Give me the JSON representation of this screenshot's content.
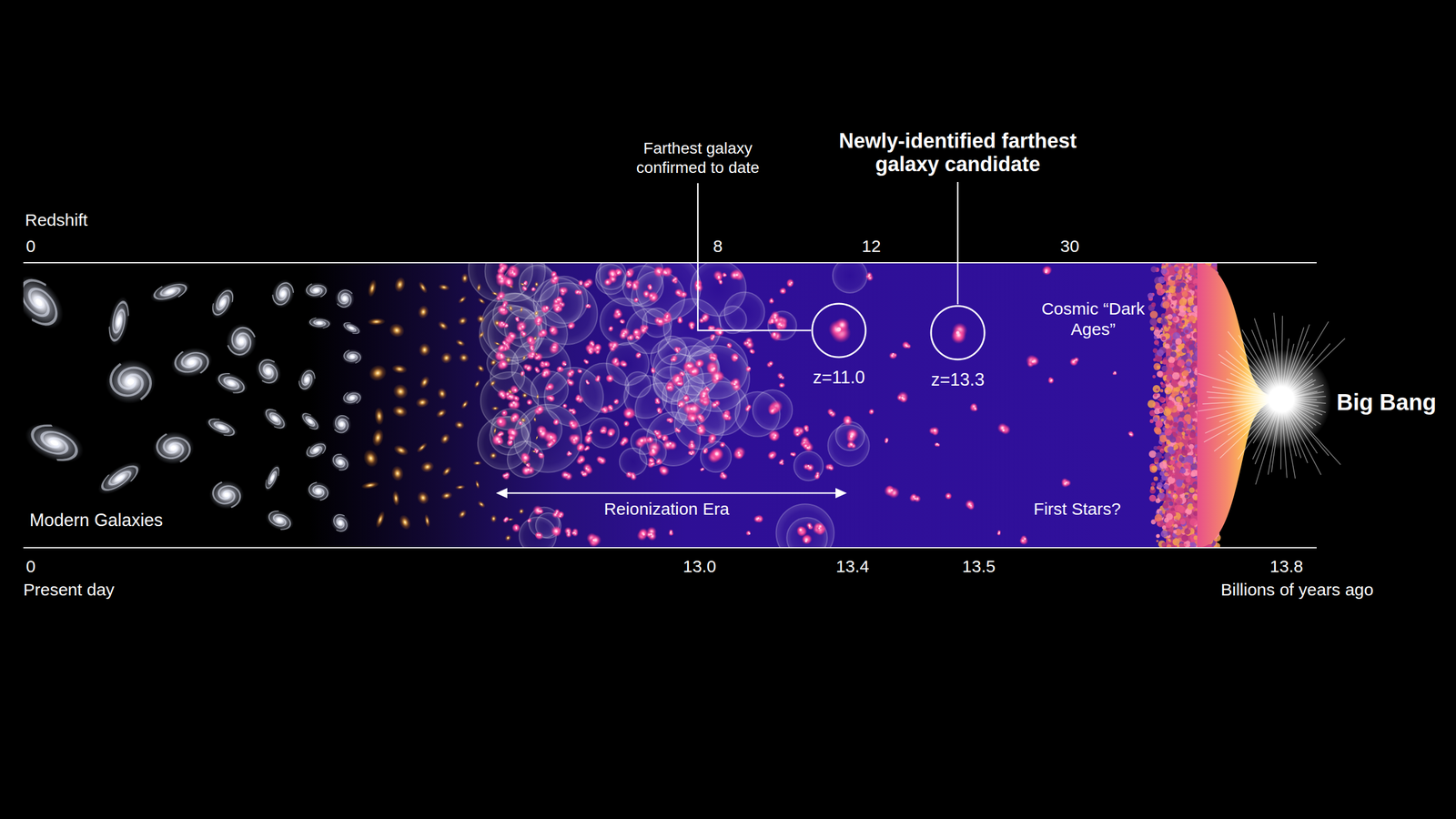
{
  "diagram": {
    "nodes": [
      {
        "text": [
          "z=11.0"
        ]
      },
      {
        "text": [
          "z=13.3"
        ]
      }
    ],
    "labels": [
      "Farthest galaxy confirmed to date",
      "Newly-identified farthest galaxy candidate",
      "Redshift",
      "0",
      "8",
      "12",
      "30",
      "Cosmic “Dark Ages”",
      "Big Bang",
      "Reionization Era",
      "Modern Galaxies",
      "First Stars?",
      "0",
      "Present day",
      "13.0",
      "13.4",
      "13.5",
      "13.8",
      "Billions of years ago"
    ]
  }
}
